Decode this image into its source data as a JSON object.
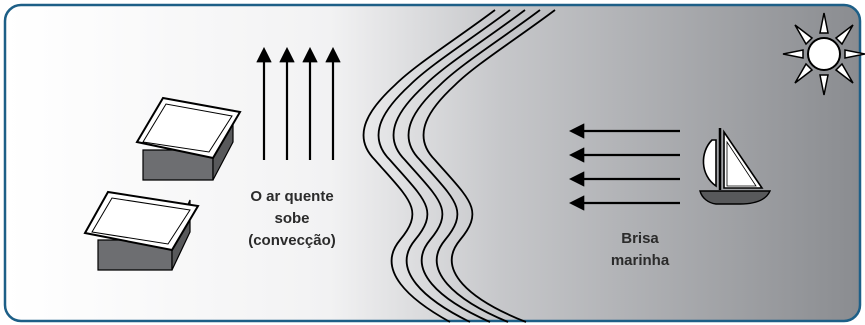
{
  "convection_label": [
    "O ar quente",
    "sobe",
    "(convecção)"
  ],
  "breeze_label": [
    "Brisa",
    "marinha"
  ],
  "colors": {
    "border": "#1d5f87",
    "panel_left": "#ffffff",
    "panel_right": "#8a8c90",
    "ink": "#000000",
    "house_roof": "#ffffff",
    "house_wall": "#6d6e71",
    "boat_hull": "#58595b"
  },
  "icons": [
    "sun-icon",
    "house-icon",
    "sailboat-icon",
    "up-arrow-icon",
    "left-arrow-icon"
  ]
}
